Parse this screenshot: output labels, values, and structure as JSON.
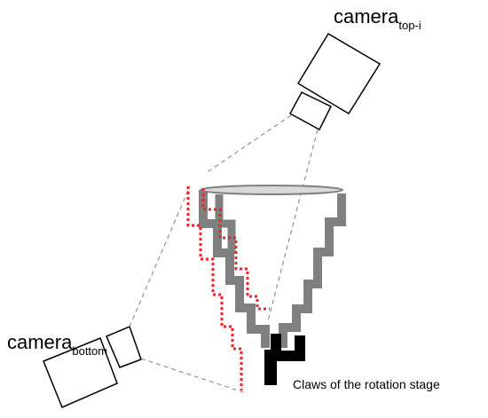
{
  "labels": {
    "camera_top": {
      "main": "camera",
      "subscript": "top-i"
    },
    "camera_bottom": {
      "main": "camera",
      "subscript": "bottom"
    },
    "claws": "Claws of the rotation stage"
  },
  "colors": {
    "cup_wall": "#808080",
    "cup_rim_fill": "#d9d9d9",
    "cup_rim_stroke": "#7f7f7f",
    "dotted_outline": "#e8262a",
    "view_lines": "#7f7f7f",
    "camera_outline": "#000000",
    "claws": "#000000"
  }
}
